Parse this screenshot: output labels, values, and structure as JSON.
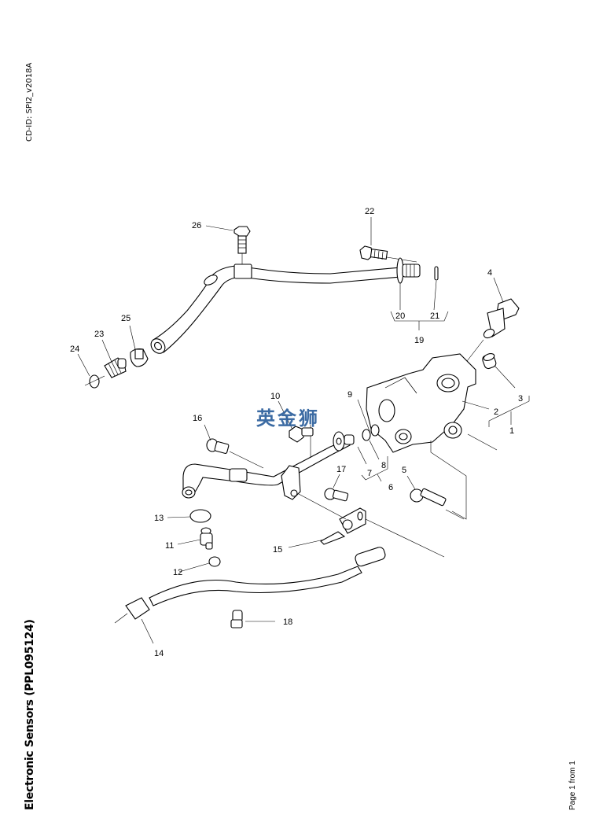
{
  "document": {
    "cd_id": "CD-ID: SPI2_v2018A",
    "title": "Electronic Sensors (PPL095124)",
    "page_info": "Page 1 from 1",
    "watermark": "英金狮"
  },
  "callouts": [
    {
      "id": "1",
      "label": "1"
    },
    {
      "id": "2",
      "label": "2"
    },
    {
      "id": "3",
      "label": "3"
    },
    {
      "id": "4",
      "label": "4"
    },
    {
      "id": "5",
      "label": "5"
    },
    {
      "id": "6",
      "label": "6"
    },
    {
      "id": "7",
      "label": "7"
    },
    {
      "id": "8",
      "label": "8"
    },
    {
      "id": "9",
      "label": "9"
    },
    {
      "id": "10",
      "label": "10"
    },
    {
      "id": "11",
      "label": "11"
    },
    {
      "id": "12",
      "label": "12"
    },
    {
      "id": "13",
      "label": "13"
    },
    {
      "id": "14",
      "label": "14"
    },
    {
      "id": "15",
      "label": "15"
    },
    {
      "id": "16",
      "label": "16"
    },
    {
      "id": "17",
      "label": "17"
    },
    {
      "id": "18",
      "label": "18"
    },
    {
      "id": "19",
      "label": "19"
    },
    {
      "id": "20",
      "label": "20"
    },
    {
      "id": "21",
      "label": "21"
    },
    {
      "id": "22",
      "label": "22"
    },
    {
      "id": "23",
      "label": "23"
    },
    {
      "id": "24",
      "label": "24"
    },
    {
      "id": "25",
      "label": "25"
    },
    {
      "id": "26",
      "label": "26"
    }
  ]
}
